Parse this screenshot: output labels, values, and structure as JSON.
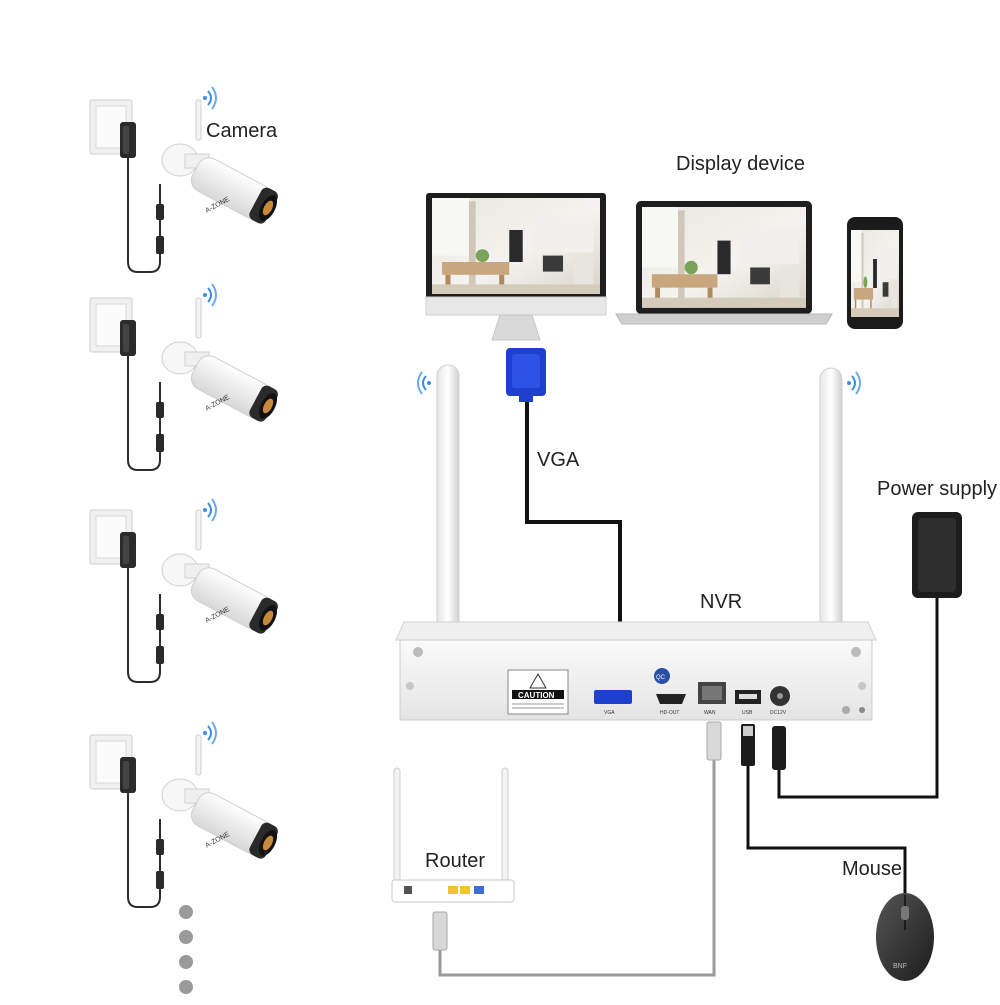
{
  "labels": {
    "camera": "Camera",
    "display_device": "Display device",
    "vga": "VGA",
    "power_supply": "Power supply",
    "nvr": "NVR",
    "router": "Router",
    "mouse": "Mouse"
  },
  "nvr_panel": {
    "caution": "CAUTION",
    "port_vga": "VGA",
    "port_hdmi": "HD-OUT",
    "port_wan": "WAN",
    "port_usb": "USB",
    "port_dc": "DC12V",
    "badge": "QC"
  },
  "camera_brand": "A-ZONE",
  "mouse_brand": "BNF",
  "colors": {
    "cable_black": "#111111",
    "cable_grey": "#9a9a9a",
    "vga_blue": "#1f3fcf",
    "antenna_white": "#f2f2f2",
    "wifi_blue": "#3b8ee8"
  }
}
